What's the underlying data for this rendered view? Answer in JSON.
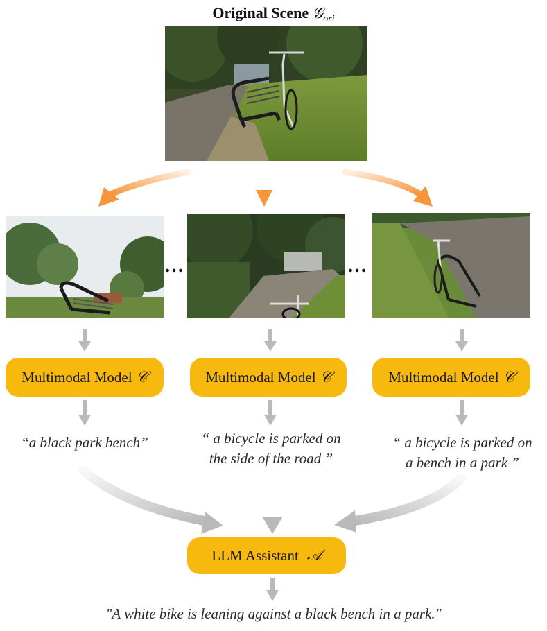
{
  "title": {
    "text": "Original Scene",
    "symbol": "𝒢",
    "subscript": "ori"
  },
  "separators": [
    "…",
    "…"
  ],
  "models": [
    {
      "label": "Multimodal Model",
      "symbol": "𝒞"
    },
    {
      "label": "Multimodal Model",
      "symbol": "𝒞"
    },
    {
      "label": "Multimodal Model",
      "symbol": "𝒞"
    }
  ],
  "captions": [
    {
      "line1": "“a black park bench”",
      "line2": ""
    },
    {
      "line1": "“ a bicycle is parked on",
      "line2": "the side of the road ”"
    },
    {
      "line1": "“ a bicycle is parked on",
      "line2": "a bench in a park ”"
    }
  ],
  "assistant": {
    "label": "LLM Assistant",
    "symbol": "𝒜"
  },
  "final_caption": "\"A white bike is leaning against a black bench in a park.\"",
  "colors": {
    "box_fill": "#f8b90e",
    "orange_arrow": "#f7953a",
    "gray_arrow": "#b9b9b9"
  }
}
